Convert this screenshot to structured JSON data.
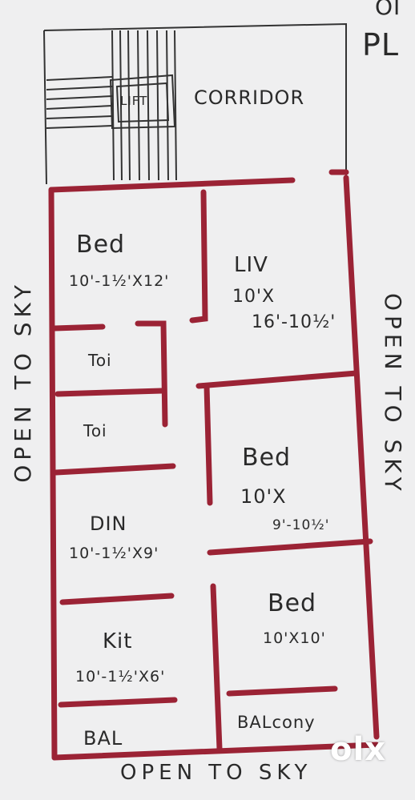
{
  "header": {
    "mark_top": "OI",
    "mark_sub": "PL"
  },
  "rooms": {
    "corridor": "CORRIDOR",
    "lift": "LIFT",
    "bed1": {
      "name": "Bed",
      "dim": "10'-1½'X12'"
    },
    "liv": {
      "name": "LIV",
      "dim_a": "10'X",
      "dim_b": "16'-10½'"
    },
    "toi1": "Toi",
    "toi2": "Toi",
    "bed2": {
      "name": "Bed",
      "dim_a": "10'X",
      "dim_b": "9'-10½'"
    },
    "din": {
      "name": "DIN",
      "dim": "10'-1½'X9'"
    },
    "bed3": {
      "name": "Bed",
      "dim": "10'X10'"
    },
    "kit": {
      "name": "Kit",
      "dim": "10'-1½'X6'"
    },
    "bal": "BAL",
    "balcony": "BALcony"
  },
  "sides": {
    "left": "OPEN TO SKY",
    "right": "OPEN TO SKY",
    "bottom": "OPEN TO SKY"
  },
  "watermark": "olx",
  "colors": {
    "wall": "#9b2335",
    "ink": "#2a2a2a",
    "paper": "#efeff0"
  }
}
